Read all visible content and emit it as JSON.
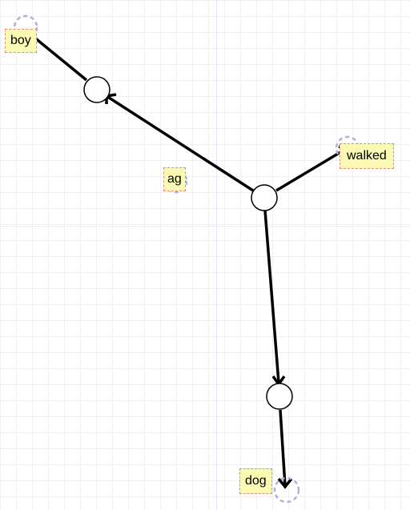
{
  "labels": {
    "boy": "boy",
    "walked": "walked",
    "ag": "ag",
    "dog": "dog"
  },
  "colors": {
    "label_fill": "#fafab4",
    "label_border": "#e08a8a",
    "edge": "#000000",
    "handle_circle": "#b0b0e0"
  }
}
